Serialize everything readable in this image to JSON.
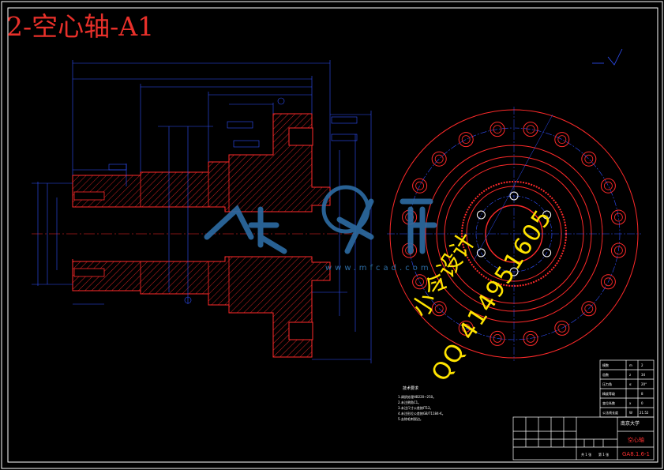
{
  "title_text": "2-空心轴-A1",
  "watermark": {
    "line1": "小令设计",
    "line2": "QQ 414951605",
    "url": "www.mfcad.com"
  },
  "notes": {
    "heading": "技术要求",
    "items": [
      "1.调质处理HB220~250。",
      "2.未注倒角C1。",
      "3.未注尺寸公差按IT12。",
      "4.未注形位公差按GB/T1184-K。",
      "5.去除毛刺锐边。"
    ]
  },
  "title_block": {
    "school": "南京大学",
    "part_name": "空心轴",
    "drawing_no": "GA8.1.6-1",
    "footer": [
      "共 1 张",
      "第 1 张"
    ]
  },
  "param_table": {
    "rows": [
      [
        "模数",
        "m",
        "2"
      ],
      [
        "齿数",
        "z",
        "34"
      ],
      [
        "压力角",
        "α",
        "20°"
      ],
      [
        "精度等级",
        "",
        "8"
      ],
      [
        "变位系数",
        "x",
        "0"
      ],
      [
        "公法线长度",
        "W",
        "21.52"
      ]
    ]
  },
  "colors": {
    "background": "#000000",
    "outline": "#ff2a2a",
    "dimension": "#3050ff",
    "hatch": "#ff2a2a",
    "frame": "#ffffff",
    "watermark_text": "#ffe400",
    "watermark_logo": "#2d6ca3"
  }
}
